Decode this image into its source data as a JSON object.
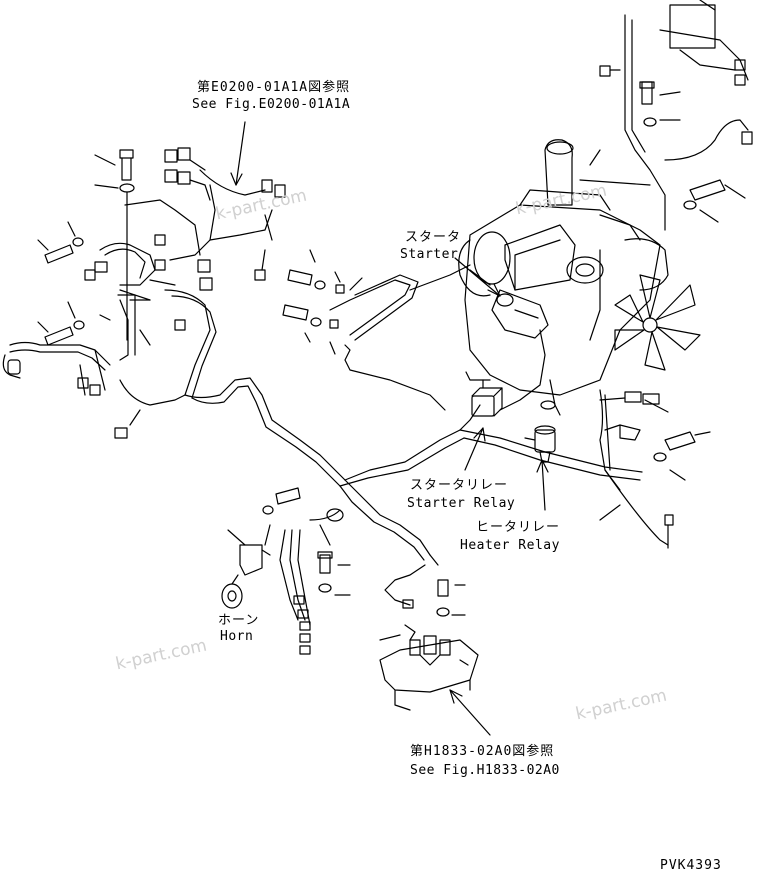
{
  "labels": {
    "ref_top_ja": "第E0200-01A1A図参照",
    "ref_top_en": "See Fig.E0200-01A1A",
    "starter_ja": "スタータ",
    "starter_en": "Starter",
    "starter_relay_ja": "スタータリレー",
    "starter_relay_en": "Starter Relay",
    "heater_relay_ja": "ヒータリレー",
    "heater_relay_en": "Heater Relay",
    "horn_ja": "ホーン",
    "horn_en": "Horn",
    "ref_bottom_ja": "第H1833-02A0図参照",
    "ref_bottom_en": "See Fig.H1833-02A0"
  },
  "watermark": "k-part.com",
  "drawing_code": "PVK4393",
  "colors": {
    "ink": "#000000",
    "watermark": "#d0d0d0",
    "background": "#ffffff"
  }
}
